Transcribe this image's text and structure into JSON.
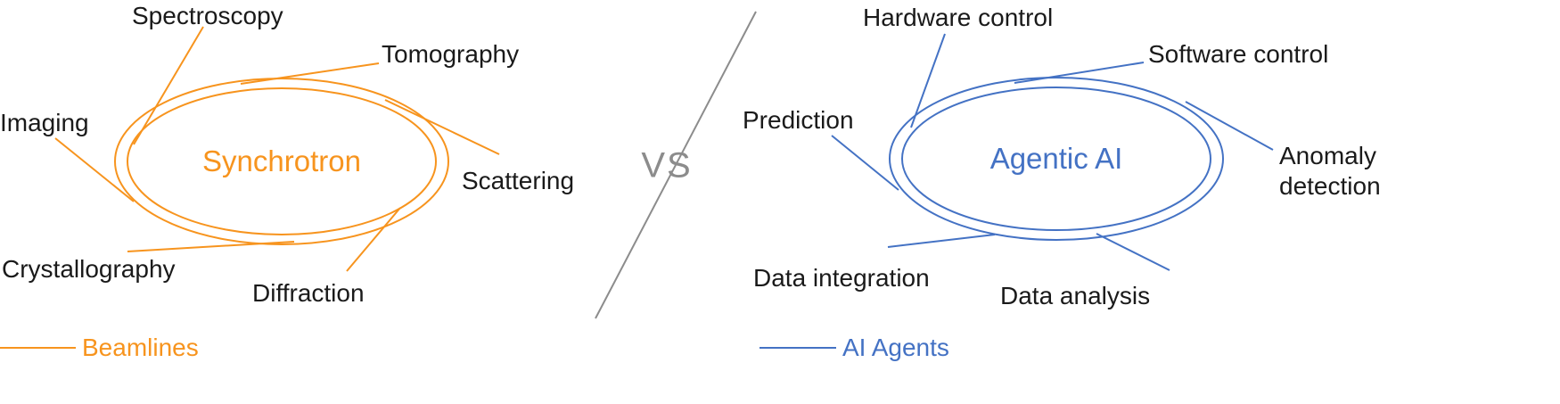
{
  "colors": {
    "orange": "#F7941E",
    "blue": "#4472C4",
    "gray": "#8C8C8C",
    "text": "#1A1A1A"
  },
  "divider": {
    "vs": "VS"
  },
  "left": {
    "title": "Synchrotron",
    "labels": {
      "spectroscopy": "Spectroscopy",
      "tomography": "Tomography",
      "imaging": "Imaging",
      "scattering": "Scattering",
      "crystallography": "Crystallography",
      "diffraction": "Diffraction"
    },
    "legend": "Beamlines"
  },
  "right": {
    "title": "Agentic AI",
    "labels": {
      "hardware_control": "Hardware control",
      "software_control": "Software control",
      "prediction": "Prediction",
      "anomaly_detection": "Anomaly detection",
      "data_integration": "Data integration",
      "data_analysis": "Data analysis"
    },
    "legend": "AI Agents"
  }
}
